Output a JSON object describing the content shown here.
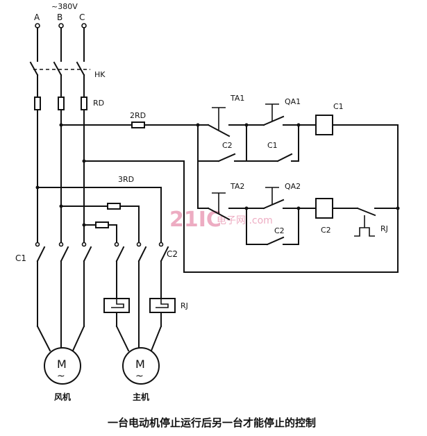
{
  "labels": {
    "phase_a": "A",
    "phase_b": "B",
    "phase_c": "C",
    "supply": "~380V",
    "hk": "HK",
    "rd": "RD",
    "rd2": "2RD",
    "rd3": "3RD",
    "ta1": "TA1",
    "qa1": "QA1",
    "c1_coil": "C1",
    "c2_aux": "C2",
    "c1_aux": "C1",
    "ta2": "TA2",
    "qa2": "QA2",
    "c2_aux2": "C2",
    "c2_coil": "C2",
    "rj_contact": "RJ",
    "c1_main": "C1",
    "c2_main": "C2",
    "rj_relay": "RJ",
    "motor_symbol": "M",
    "motor_fan": "风机",
    "motor_main": "主机"
  },
  "watermark": {
    "brand": "21IC",
    "domain": "电子网 .com"
  },
  "caption": "一台电动机停止运行后另一台才能停止的控制"
}
